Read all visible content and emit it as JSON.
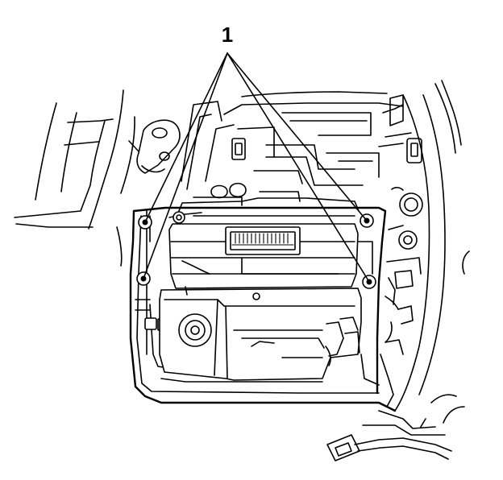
{
  "figure": {
    "callout_label": "1",
    "callout_target_count": 4,
    "subject": "radio-receiver-removal-illustration",
    "colors": {
      "line": "#000000",
      "background": "#ffffff"
    }
  }
}
